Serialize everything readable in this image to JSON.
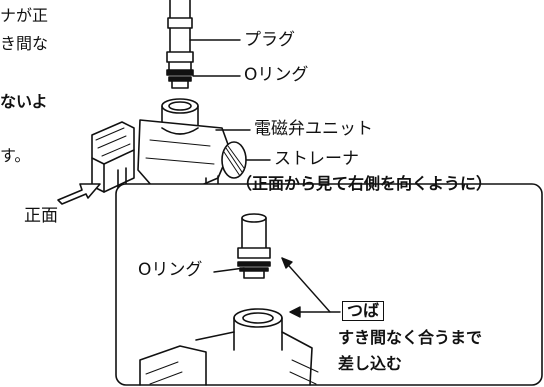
{
  "left_fragments": {
    "line1": "ナが正",
    "line2": "き間な",
    "line3": "ないよ",
    "line4": "す。"
  },
  "top_labels": {
    "plug": "プラグ",
    "o_ring": "Oリング",
    "solenoid_valve_unit": "電磁弁ユニット",
    "strainer": "ストレーナ",
    "strainer_note": "（正面から見て右側を向くように）"
  },
  "front_label": "正面",
  "inset": {
    "o_ring": "Oリング",
    "flange": "つば",
    "instruction_line1": "すき間なく合うまで",
    "instruction_line2": "差し込む"
  },
  "colors": {
    "line": "#111111",
    "paper": "#ffffff"
  }
}
